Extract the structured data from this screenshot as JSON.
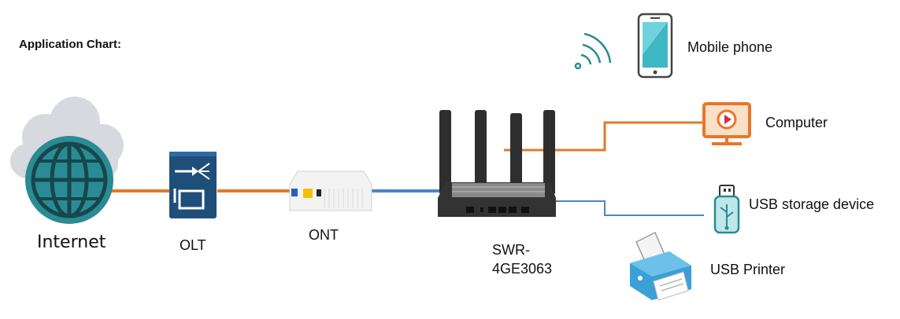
{
  "heading": "Application Chart:",
  "nodes": {
    "internet": "Internet",
    "olt": "OLT",
    "ont": "ONT",
    "router_line1": "SWR-",
    "router_line2": "4GE3063",
    "mobile": "Mobile phone",
    "computer": "Computer",
    "usb_storage": "USB storage device",
    "usb_printer": "USB Printer"
  },
  "colors": {
    "fiber_link": "#e07a2b",
    "ethernet_link": "#4a86c4",
    "usb_link": "#4a86c4",
    "globe": "#2a8b94",
    "cloud": "#d6d9dd",
    "olt_body": "#1f4e79",
    "computer": "#e8762b",
    "usb_device": "#2a8b94",
    "printer": "#3ba0d8",
    "phone": "#2f8fa0",
    "router": "#2e2e2e"
  }
}
